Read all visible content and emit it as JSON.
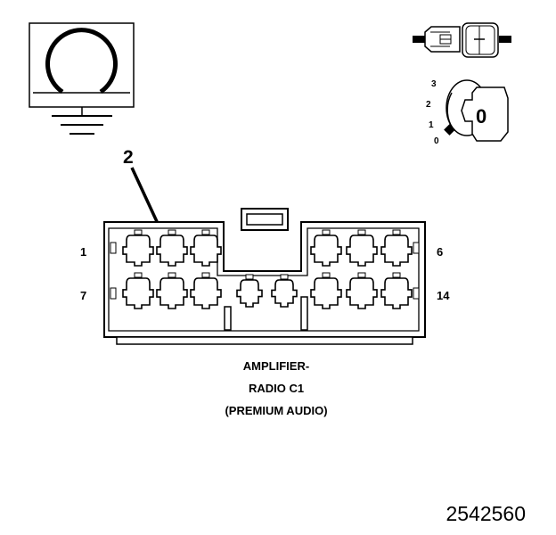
{
  "callout": {
    "number": "2"
  },
  "pin_labels": {
    "top_left": "1",
    "top_right": "6",
    "bottom_left": "7",
    "bottom_right": "14"
  },
  "key_positions": [
    "3",
    "2",
    "1",
    "0"
  ],
  "key_cylinder_label": "0",
  "connector_caption": {
    "line1": "AMPLIFIER-",
    "line2": "RADIO C1",
    "line3": "(PREMIUM AUDIO)"
  },
  "figure_number": "2542560",
  "icons": {
    "ground_symbol": "ohmmeter-ground-icon",
    "connector_symbol": "connector-plug-icon",
    "ignition_symbol": "ignition-key-icon"
  }
}
